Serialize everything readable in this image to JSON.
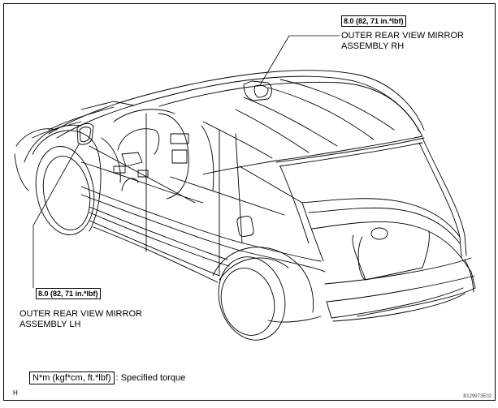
{
  "diagram": {
    "title": "Outer rear view mirror assembly torque locations",
    "callouts": {
      "rh": {
        "torque": "8.0 (82, 71 in.*lbf)",
        "line1": "OUTER REAR VIEW MIRROR",
        "line2": "ASSEMBLY RH"
      },
      "lh": {
        "torque": "8.0 (82, 71 in.*lbf)",
        "line1": "OUTER REAR VIEW MIRROR",
        "line2": "ASSEMBLY LH"
      }
    },
    "legend": {
      "unit_box": "N*m (kgf*cm, ft.*lbf)",
      "description": ": Specified torque"
    },
    "sheet_letter": "H",
    "figure_id": "B129973E02"
  }
}
